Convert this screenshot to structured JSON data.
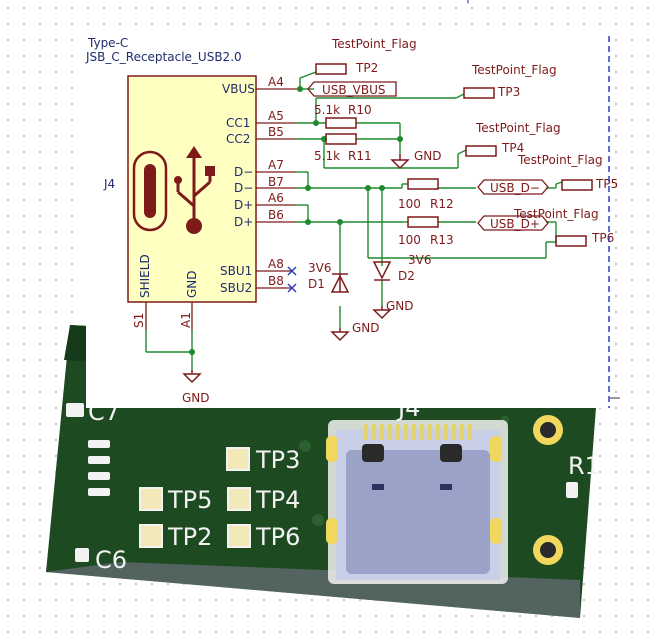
{
  "header_mark": "'",
  "schematic": {
    "title_line1": "Type-C",
    "title_line2": "JSB_C_Receptacle_USB2.0",
    "ref": "J4",
    "connector_pins_left": [
      "VBUS",
      "CC1",
      "CC2",
      "D−",
      "D−",
      "D+",
      "D+",
      "SBU1",
      "SBU2"
    ],
    "pin_numbers": [
      "A4",
      "A5",
      "B5",
      "A7",
      "B7",
      "A6",
      "B6",
      "A8",
      "B8"
    ],
    "shield_label": "SHIELD",
    "gnd_label_vertical": "GND",
    "bottom_pins": [
      "S1",
      "A1"
    ],
    "gnd_symbol_label": "GND",
    "testpoints": [
      {
        "flag": "TestPoint_Flag",
        "ref": "TP2"
      },
      {
        "flag": "TestPoint_Flag",
        "ref": "TP3"
      },
      {
        "flag": "TestPoint_Flag",
        "ref": "TP4"
      },
      {
        "flag": "TestPoint_Flag",
        "ref": "TP5"
      },
      {
        "flag": "TestPoint_Flag",
        "ref": "TP6"
      }
    ],
    "nets": {
      "vbus": "USB_VBUS",
      "dminus": "USB_D−",
      "dplus": "USB_D+"
    },
    "resistors": [
      {
        "value": "5.1k",
        "ref": "R10"
      },
      {
        "value": "5.1k",
        "ref": "R11"
      },
      {
        "value": "100",
        "ref": "R12"
      },
      {
        "value": "100",
        "ref": "R13"
      }
    ],
    "diodes": [
      {
        "value": "3V6",
        "ref": "D1"
      },
      {
        "value": "3V6",
        "ref": "D2"
      }
    ],
    "gnd_labels": [
      "GND",
      "GND",
      "GND",
      "GND"
    ]
  },
  "pcb": {
    "silkscreen": [
      "C7",
      "TP3",
      "TP5",
      "TP4",
      "TP2",
      "TP6",
      "C6",
      "J4",
      "R1"
    ],
    "colors": {
      "board": "#1e4a22",
      "board_dark": "#163a1a",
      "silk": "#f2f2f2",
      "copper": "#d8c76a",
      "pad": "#f2e8b8"
    }
  },
  "colors": {
    "wire": "#1e8a2e",
    "component": "#7e1a1a",
    "body_fill": "#ffffc2",
    "label": "#1f2d6e"
  }
}
